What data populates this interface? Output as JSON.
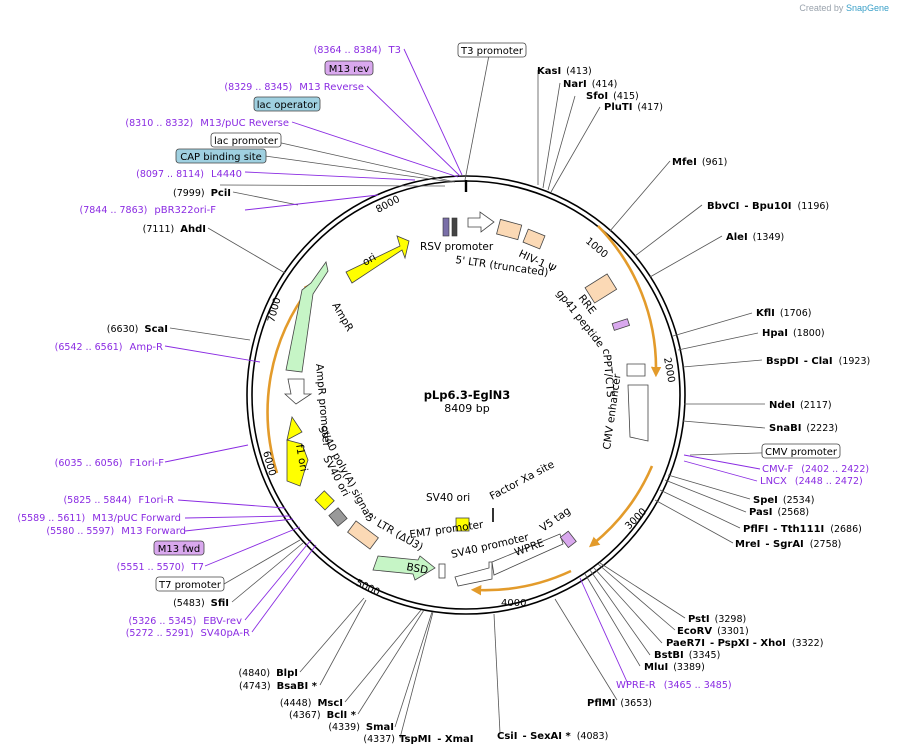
{
  "credit": {
    "prefix": "Created by",
    "brand": "SnapGene"
  },
  "plasmid": {
    "name": "pLp6.3-EglN3",
    "length": "8409 bp"
  },
  "ticks": [
    "1000",
    "2000",
    "3000",
    "4000",
    "5000",
    "6000",
    "7000",
    "8000"
  ],
  "colors": {
    "primer": "#8a2be2",
    "line": "#000000",
    "orange": "#e39b2b",
    "yellow": "#ffff00",
    "green": "#c6f5c6",
    "peach": "#fbd9b5",
    "blue_box": "#9fd0e0",
    "purple_box": "#d9a8ee"
  },
  "boxed_labels": {
    "t3_promoter": "T3 promoter",
    "m13_rev": "M13 rev",
    "lac_operator": "lac operator",
    "lac_promoter": "lac promoter",
    "cap_site": "CAP binding site",
    "cmv_promoter": "CMV promoter",
    "m13_fwd": "M13 fwd",
    "t7_promoter": "T7 promoter"
  },
  "sites_right": [
    {
      "name": "KasI",
      "pos": "(413)"
    },
    {
      "name": "NarI",
      "pos": "(414)"
    },
    {
      "name": "SfoI",
      "pos": "(415)"
    },
    {
      "name": "PluTI",
      "pos": "(417)"
    },
    {
      "name": "MfeI",
      "pos": "(961)"
    },
    {
      "name": "BbvCI",
      "extra": "- Bpu10I",
      "pos": "(1196)"
    },
    {
      "name": "AleI",
      "pos": "(1349)"
    },
    {
      "name": "KflI",
      "pos": "(1706)"
    },
    {
      "name": "HpaI",
      "pos": "(1800)"
    },
    {
      "name": "BspDI",
      "extra": "- ClaI",
      "pos": "(1923)"
    },
    {
      "name": "NdeI",
      "pos": "(2117)"
    },
    {
      "name": "SnaBI",
      "pos": "(2223)"
    },
    {
      "name": "SpeI",
      "pos": "(2534)"
    },
    {
      "name": "PasI",
      "pos": "(2568)"
    },
    {
      "name": "PflFI",
      "extra": "- Tth111I",
      "pos": "(2686)"
    },
    {
      "name": "MreI",
      "extra": "- SgrAI",
      "pos": "(2758)"
    },
    {
      "name": "PstI",
      "pos": "(3298)"
    },
    {
      "name": "EcoRV",
      "pos": "(3301)"
    },
    {
      "name": "PaeR7I",
      "extra": "- PspXI  - XhoI",
      "pos": "(3322)"
    },
    {
      "name": "BstBI",
      "pos": "(3345)"
    },
    {
      "name": "MluI",
      "pos": "(3389)"
    },
    {
      "name": "PflMI",
      "pos": "(3653)"
    },
    {
      "name": "CsiI",
      "extra": "- SexAI *",
      "pos": "(4083)"
    }
  ],
  "sites_left": [
    {
      "name": "PciI",
      "pos": "(7999)"
    },
    {
      "name": "AhdI",
      "pos": "(7111)"
    },
    {
      "name": "ScaI",
      "pos": "(6630)"
    },
    {
      "name": "SfiI",
      "pos": "(5483)"
    },
    {
      "name": "BlpI",
      "pos": "(4840)"
    },
    {
      "name": "BsaBI *",
      "pos": "(4743)"
    },
    {
      "name": "MscI",
      "pos": "(4448)"
    },
    {
      "name": "BclI *",
      "pos": "(4367)"
    },
    {
      "name": "SmaI",
      "pos": "(4339)"
    },
    {
      "name": "TspMI",
      "extra": "- XmaI",
      "pos": "(4337)"
    }
  ],
  "primers": [
    {
      "name": "T3",
      "pos": "(8364 .. 8384)"
    },
    {
      "name": "M13 Reverse",
      "pos": "(8329 .. 8345)"
    },
    {
      "name": "M13/pUC Reverse",
      "pos": "(8310 .. 8332)"
    },
    {
      "name": "L4440",
      "pos": "(8097 .. 8114)"
    },
    {
      "name": "pBR322ori-F",
      "pos": "(7844 .. 7863)"
    },
    {
      "name": "Amp-R",
      "pos": "(6542 .. 6561)"
    },
    {
      "name": "F1ori-F",
      "pos": "(6035 .. 6056)"
    },
    {
      "name": "F1ori-R",
      "pos": "(5825 .. 5844)"
    },
    {
      "name": "M13/pUC Forward",
      "pos": "(5589 .. 5611)"
    },
    {
      "name": "M13 Forward",
      "pos": "(5580 .. 5597)"
    },
    {
      "name": "T7",
      "pos": "(5551 .. 5570)"
    },
    {
      "name": "EBV-rev",
      "pos": "(5326 .. 5345)"
    },
    {
      "name": "SV40pA-R",
      "pos": "(5272 .. 5291)"
    },
    {
      "name": "CMV-F",
      "pos": "(2402 .. 2422)"
    },
    {
      "name": "LNCX",
      "pos": "(2448 .. 2472)"
    },
    {
      "name": "WPRE-R",
      "pos": "(3465 .. 3485)"
    }
  ],
  "features": {
    "rsv_promoter": "RSV promoter",
    "ltr5": "5' LTR (truncated)",
    "hiv_psi": "HIV-1 Ψ",
    "rre": "RRE",
    "gp41": "gp41 peptide",
    "cppt": "cPPT/CTS",
    "cmv_enhancer": "CMV enhancer",
    "v5_tag": "V5 tag",
    "wpre": "WPRE",
    "sv40_promoter": "SV40 promoter",
    "em7": "EM7 promoter",
    "bsd": "BSD",
    "ltr3": "3' LTR (ΔU3)",
    "sv40_polya": "SV40 poly(A) signal",
    "sv40_ori_outer": "SV40 ori",
    "f1_ori": "f1 ori",
    "ampr_promoter": "AmpR promoter",
    "ampr": "AmpR",
    "ori": "ori",
    "sv40_ori_inner": "SV40 ori",
    "factor_xa": "Factor Xa site"
  }
}
